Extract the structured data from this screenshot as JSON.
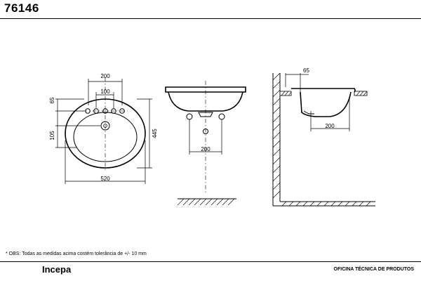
{
  "header": {
    "product_code": "76146"
  },
  "footer": {
    "note": "* OBS: Todas as medidas acima contém tolerância de +/- 10 mm",
    "brand": "Incepa",
    "office": "OFICINA TÉCNICA DE PRODUTOS"
  },
  "top_view": {
    "dim_faucet_span": "200",
    "dim_hole_span": "100",
    "dim_top_offset": "65",
    "dim_drain_offset": "105",
    "dim_depth": "445",
    "dim_width": "520"
  },
  "front_view": {
    "dim_bracket": "200"
  },
  "side_view": {
    "dim_rim": "65",
    "dim_bowl": "200"
  }
}
